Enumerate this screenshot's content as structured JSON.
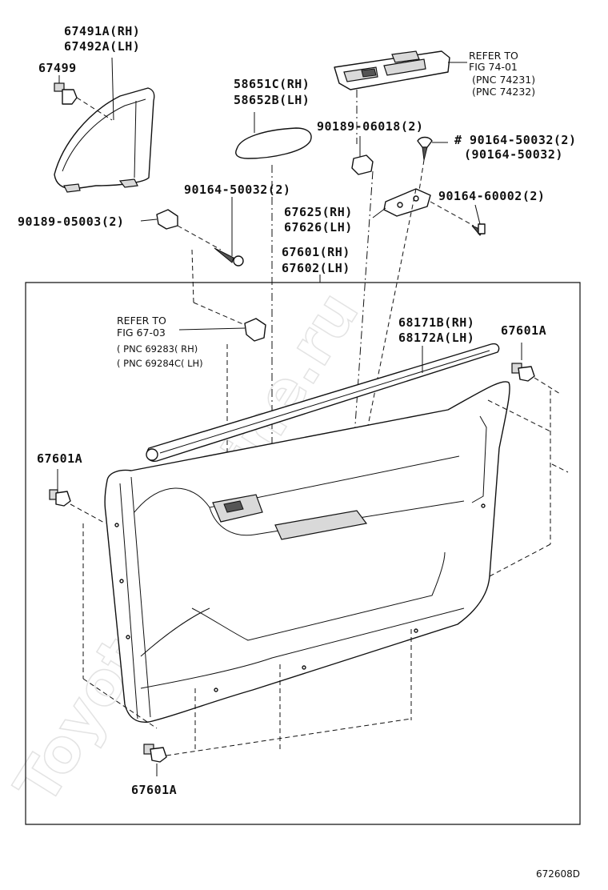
{
  "watermark": "ToyotaCarMine.ru",
  "figure_code": "672608D",
  "labels": {
    "p67491a": "67491A(RH)",
    "p67492a": "67492A(LH)",
    "p67499": "67499",
    "p58651c": "58651C(RH)",
    "p58652b": "58652B(LH)",
    "p90189_06018": "90189-06018(2)",
    "p90164_50032_a": "# 90164-50032(2)",
    "p90164_50032_b": "(90164-50032)",
    "p90164_50032_c": "90164-50032(2)",
    "p90189_05003": "90189-05003(2)",
    "p67625": "67625(RH)",
    "p67626": "67626(LH)",
    "p90164_60002": "90164-60002(2)",
    "p67601": "67601(RH)",
    "p67602": "67602(LH)",
    "p68171b": "68171B(RH)",
    "p68172a": "68172A(LH)",
    "p67601a_right": "67601A",
    "p67601a_left": "67601A",
    "p67601a_bottom": "67601A"
  },
  "ref_top": {
    "line1": "REFER TO",
    "line2": "FIG 74-01",
    "line3": "(PNC 74231)",
    "line4": "(PNC 74232)"
  },
  "ref_mid": {
    "line1": "REFER TO",
    "line2": "FIG 67-03",
    "line3": "( PNC 69283( RH)",
    "line4": "( PNC 69284C( LH)"
  }
}
